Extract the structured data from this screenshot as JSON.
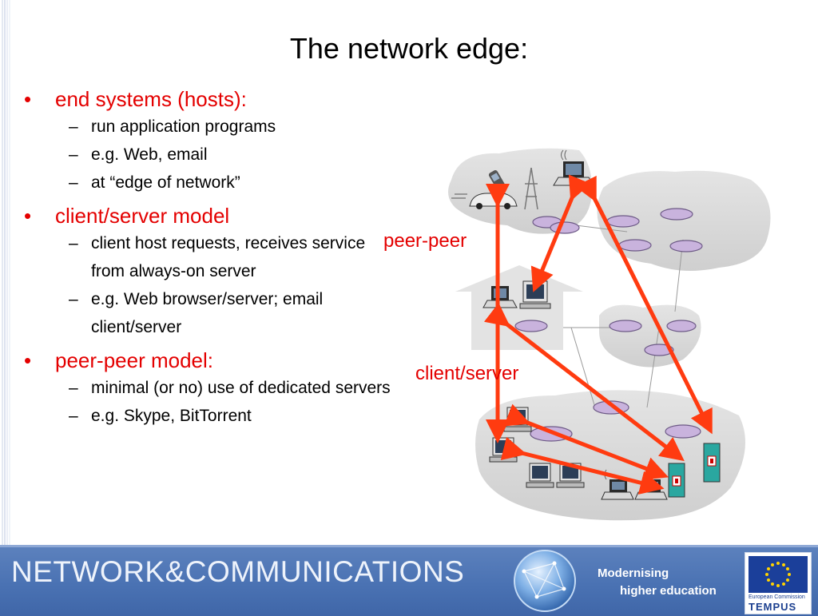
{
  "slide": {
    "title": "The network edge:"
  },
  "bullets": {
    "end_systems": {
      "label": "end systems (hosts):",
      "items": [
        "run application programs",
        "e.g. Web, email",
        "at “edge of network”"
      ]
    },
    "client_server": {
      "label": "client/server model",
      "items": [
        "client host requests, receives service from always-on server",
        "e.g. Web browser/server; email client/server"
      ]
    },
    "peer_peer": {
      "label": "peer-peer model:",
      "items": [
        "minimal (or no) use of dedicated servers",
        "e.g. Skype,  BitTorrent"
      ]
    },
    "bullet_mark": "•",
    "dash_mark": "–"
  },
  "diagram": {
    "peer_label": "peer-peer",
    "client_server_label": "client/server",
    "arrow_color": "#ff3b10",
    "cloud_color": "#d9d9d9"
  },
  "footer": {
    "title": "NETWORK&COMMUNICATIONS",
    "tagline_1": "Modernising",
    "tagline_2": "higher education",
    "eu_caption": "European Commission",
    "eu_program": "TEMPUS"
  }
}
